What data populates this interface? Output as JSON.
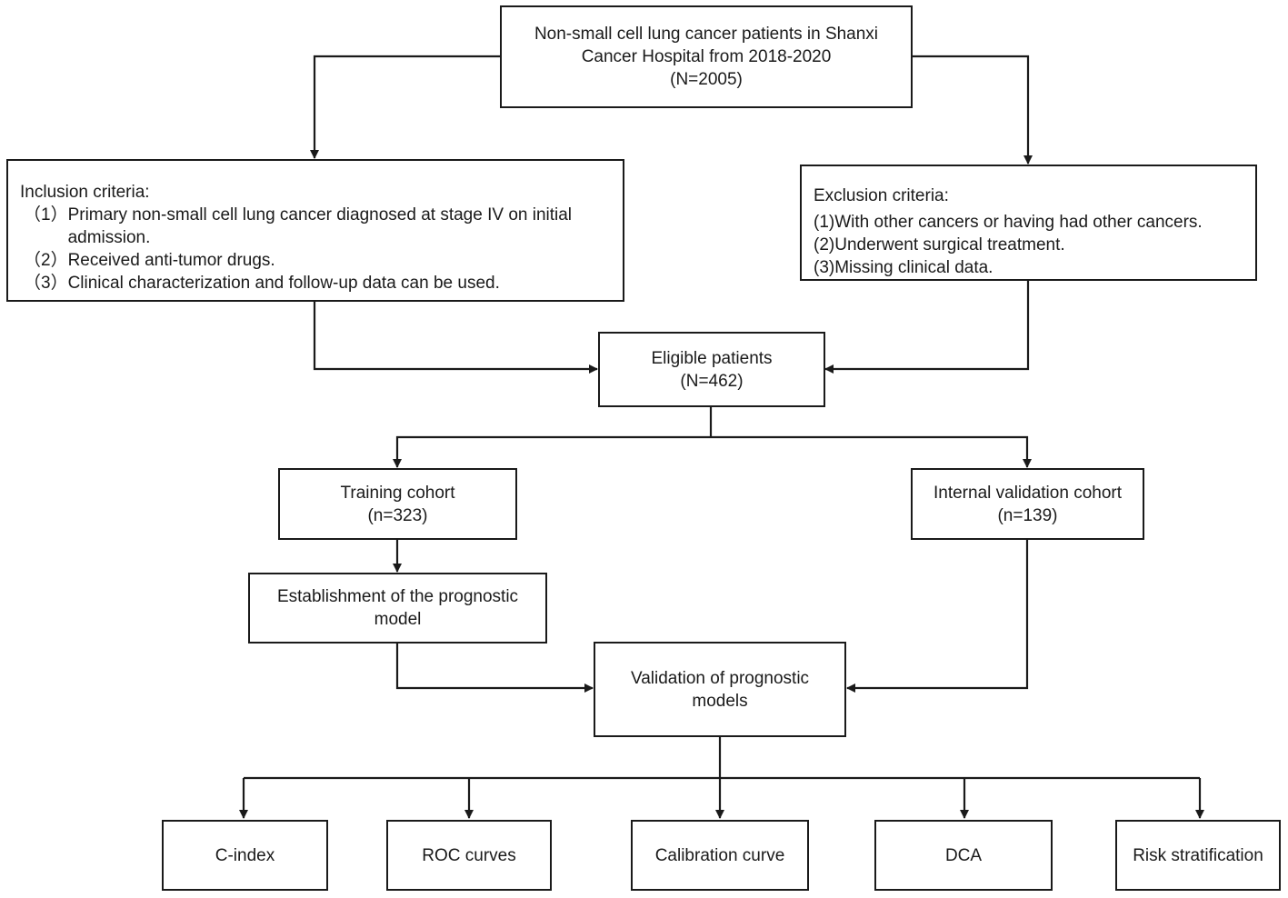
{
  "source": {
    "line1": "Non-small cell lung cancer patients in Shanxi",
    "line2": "Cancer Hospital from 2018-2020",
    "count": "(N=2005)"
  },
  "inclusion": {
    "title": "Inclusion criteria:",
    "items": [
      {
        "num": "（1）",
        "line1": "Primary non-small cell lung cancer diagnosed at stage IV on initial",
        "line2": "admission."
      },
      {
        "num": "（2）",
        "line1": "Received anti-tumor drugs."
      },
      {
        "num": "（3）",
        "line1": "Clinical characterization and follow-up data can be used."
      }
    ]
  },
  "exclusion": {
    "title": "Exclusion criteria:",
    "items": [
      "(1)With other cancers or having had other cancers.",
      "(2)Underwent surgical treatment.",
      "(3)Missing clinical data."
    ]
  },
  "eligible": {
    "line1": "Eligible patients",
    "line2": "(N=462)"
  },
  "training": {
    "line1": "Training cohort",
    "line2": "(n=323)"
  },
  "internal": {
    "line1": "Internal validation cohort",
    "line2": "(n=139)"
  },
  "establishment": {
    "line1": "Establishment of the prognostic",
    "line2": "model"
  },
  "validation": {
    "line1": "Validation of prognostic",
    "line2": "models"
  },
  "outcomes": [
    "C-index",
    "ROC curves",
    "Calibration curve",
    "DCA",
    "Risk stratification"
  ]
}
